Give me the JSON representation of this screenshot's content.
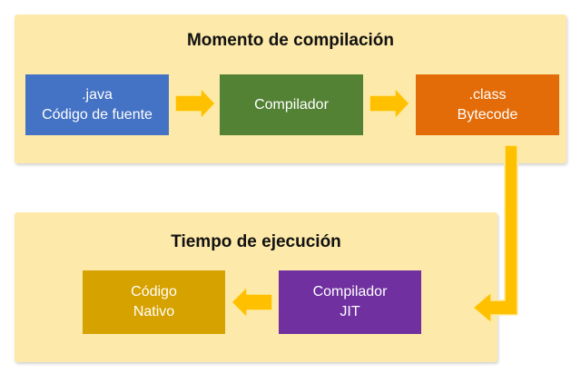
{
  "compile_stage": {
    "title": "Momento de compilación",
    "source_box": {
      "line1": ".java",
      "line2": "Código de fuente"
    },
    "compiler_box": {
      "line1": "Compilador"
    },
    "bytecode_box": {
      "line1": ".class",
      "line2": "Bytecode"
    }
  },
  "runtime_stage": {
    "title": "Tiempo de ejecución",
    "jit_box": {
      "line1": "Compilador",
      "line2": "JIT"
    },
    "native_box": {
      "line1": "Código",
      "line2": "Nativo"
    }
  },
  "colors": {
    "panel": "#fde9a9",
    "source_box": "#4472c4",
    "compiler_box": "#548235",
    "bytecode_box": "#e36c09",
    "jit_box": "#7030a0",
    "native_box": "#d6a200",
    "arrow_fill": "#ffc000",
    "arrow_stroke": "#ffeaa0"
  }
}
